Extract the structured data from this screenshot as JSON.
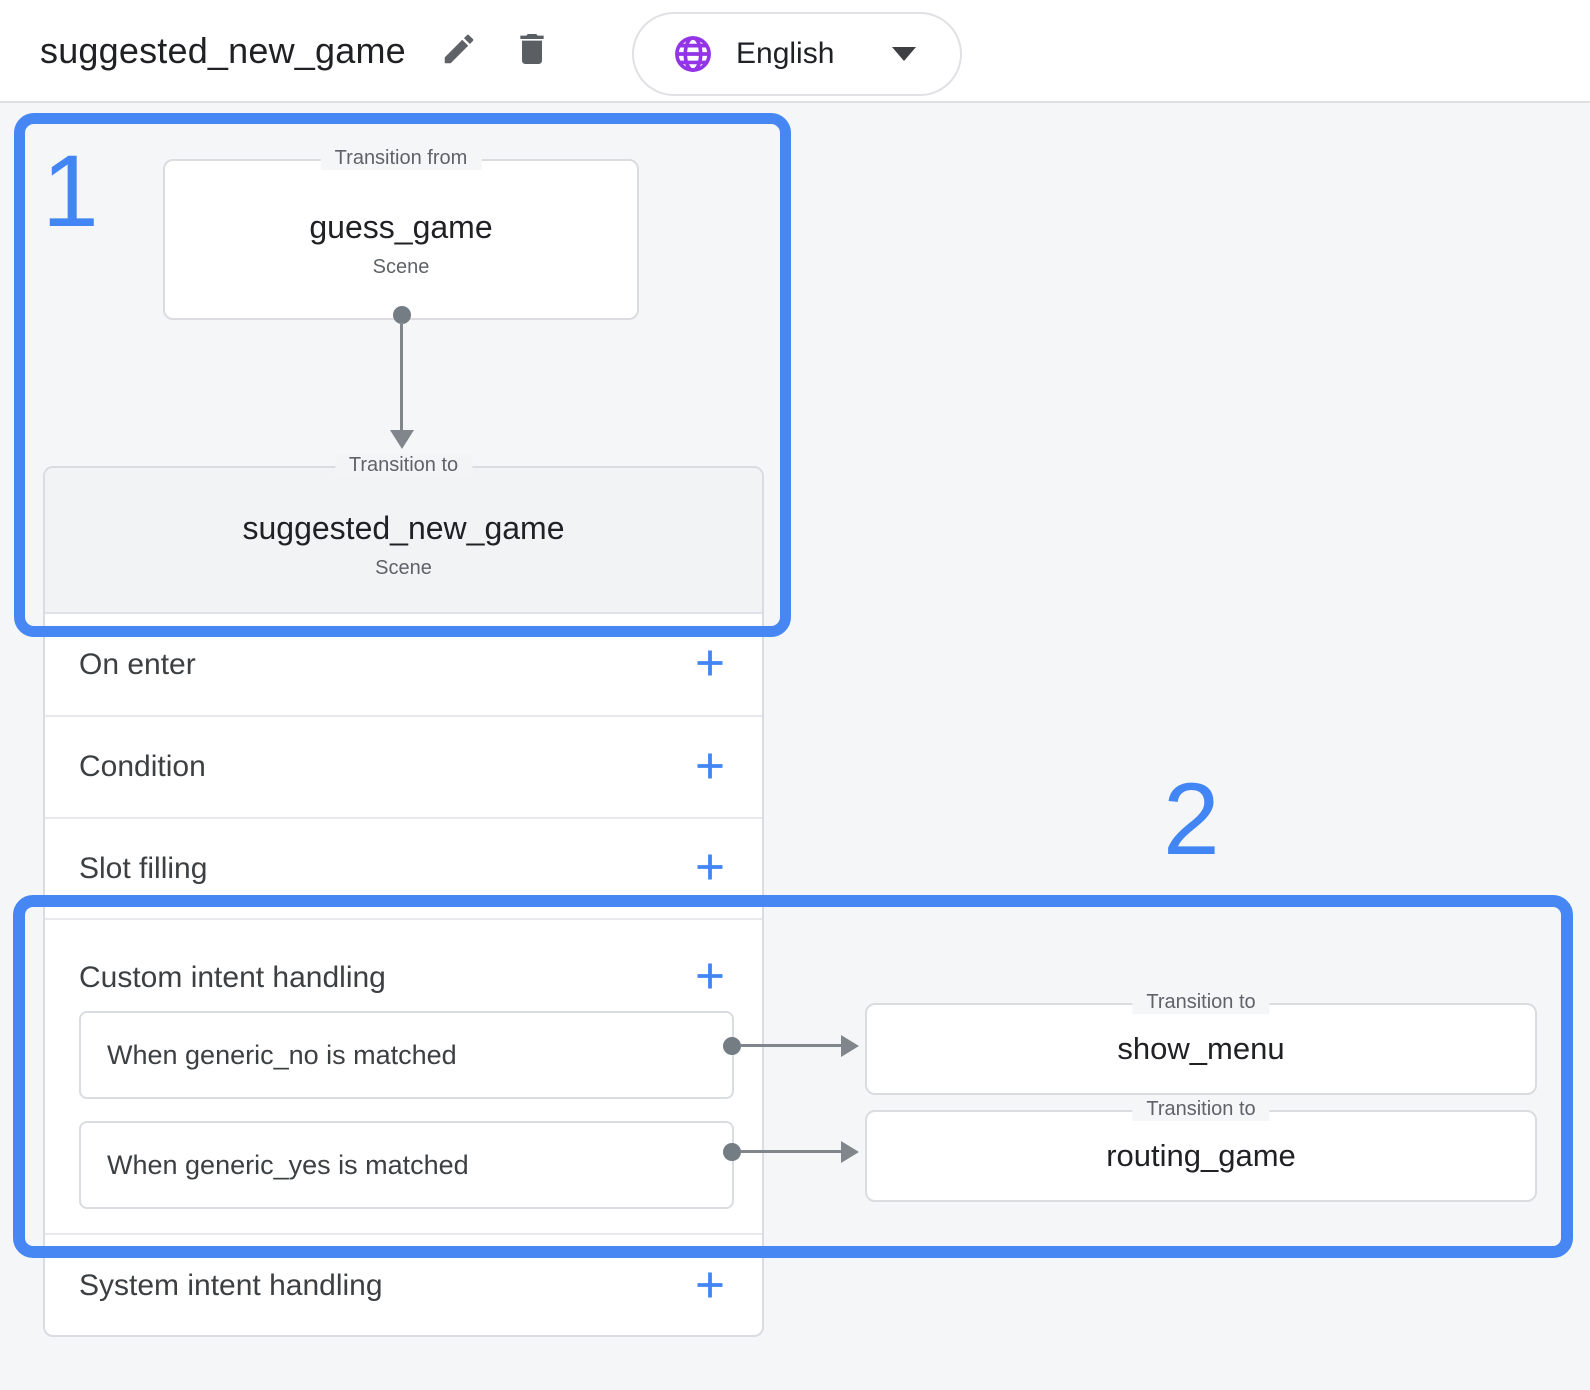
{
  "header": {
    "title": "suggested_new_game",
    "language_selector": {
      "label": "English"
    }
  },
  "annotations": {
    "badge1": "1",
    "badge2": "2"
  },
  "flow": {
    "from_node": {
      "legend": "Transition from",
      "name": "guess_game",
      "subtitle": "Scene"
    },
    "to_node": {
      "legend": "Transition to",
      "name": "suggested_new_game",
      "subtitle": "Scene"
    }
  },
  "scene_panel": {
    "sections": [
      {
        "label": "On enter"
      },
      {
        "label": "Condition"
      },
      {
        "label": "Slot filling"
      },
      {
        "label": "Custom intent handling"
      },
      {
        "label": "System intent handling"
      }
    ]
  },
  "custom_intent_handlers": [
    {
      "condition": "When generic_no is matched",
      "transition": {
        "legend": "Transition to",
        "target": "show_menu"
      }
    },
    {
      "condition": "When generic_yes is matched",
      "transition": {
        "legend": "Transition to",
        "target": "routing_game"
      }
    }
  ],
  "colors": {
    "accent_blue": "#4285f4",
    "annotation_blue": "#4687f4",
    "globe_purple": "#9334e6",
    "connector_gray": "#80868b"
  }
}
